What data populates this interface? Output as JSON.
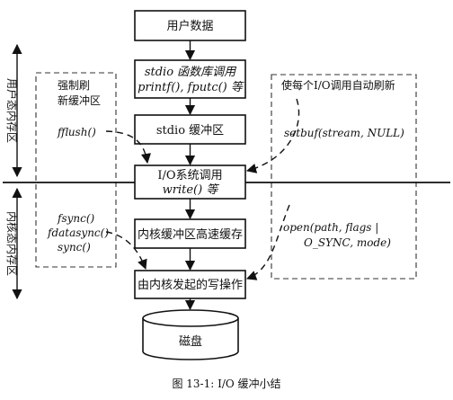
{
  "boxes": {
    "user_data": "用户数据",
    "stdio_call_1": "stdio 函数库调用",
    "stdio_call_2": "printf(), fputc() 等",
    "stdio_buffer": "stdio 缓冲区",
    "io_call_1": "I/O系统调用",
    "io_call_2": "write() 等",
    "kernel_cache": "内核缓冲区高速缓存",
    "kernel_write": "由内核发起的写操作",
    "disk": "磁盘"
  },
  "labels": {
    "user_mem": "用户态内存区",
    "kernel_mem": "内核态内存区",
    "force_flush_1": "强制刷",
    "force_flush_2": "新缓冲区",
    "fflush": "fflush()",
    "fsync": "fsync()",
    "fdatasync": "fdatasync()",
    "sync": "sync()",
    "auto_flush": "使每个I/O调用自动刷新",
    "setbuf": "setbuf(stream, NULL)",
    "open_1": "open(path, flags |",
    "open_2": "O_SYNC, mode)"
  },
  "caption": "图 13-1:  I/O 缓冲小结"
}
